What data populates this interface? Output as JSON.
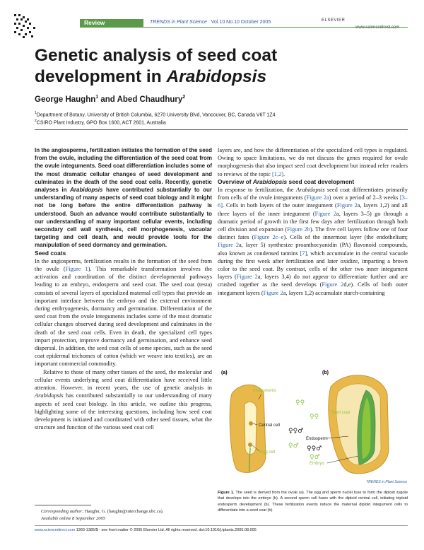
{
  "header": {
    "section": "Review",
    "journal": "TRENDS in Plant Science",
    "volume_info": "Vol.10 No.10 October 2005",
    "publisher_line1": "ELSEVIER",
    "publisher_line2": "www.sciencedirect.com"
  },
  "article": {
    "title_line1": "Genetic analysis of seed coat",
    "title_line2_pre": "development in ",
    "title_line2_italic": "Arabidopsis",
    "author1": "George Haughn",
    "author1_sup": "1",
    "author_sep": " and ",
    "author2": "Abed Chaudhury",
    "author2_sup": "2",
    "affiliation1_sup": "1",
    "affiliation1": "Department of Botany, University of British Columbia, 6270 University Blvd, Vancouver, BC, Canada V6T 1Z4",
    "affiliation2_sup": "2",
    "affiliation2": "CSIRO Plant Industry, GPO Box 1600, ACT 2601, Australia"
  },
  "abstract": {
    "t1": "In the angiosperms, fertilization initiates the formation of the seed from the ovule, including the differentiation of the seed coat from the ovule integuments. Seed coat differentiation includes some of the most dramatic cellular changes of seed development and culminates in the death of the seed coat cells. Recently, genetic analyses in ",
    "t1_italic": "Arabidopsis",
    "t2": " have contributed substantially to our understanding of many aspects of seed coat biology and it might not be long before the entire differentiation pathway is understood. Such an advance would contribute substantially to our understanding of many important cellular events, including secondary cell wall synthesis, cell morphogenesis, vacuolar targeting and cell death, and would provide tools for the manipulation of seed dormancy and germination."
  },
  "seed_coats": {
    "heading": "Seed coats",
    "p1a": "In the angiosperms, fertilization results in the formation of the seed from the ovule (",
    "p1_ref1": "Figure 1",
    "p1b": "). This remarkable transformation involves the activation and coordination of the distinct developmental pathways leading to an embryo, endosperm and seed coat. The seed coat (testa) consists of several layers of specialized maternal cell types that provide an important interface between the embryo and the external environment during embryogenesis, dormancy and germination. Differentiation of the seed coat from the ovule integuments includes some of the most dramatic cellular changes observed during seed development and culminates in the death of the seed coat cells. Even in death, the specialized cell types impart protection, improve dormancy and germination, and enhance seed dispersal. In addition, the seed coat cells of some species, such as the seed coat epidermal trichomes of cotton (which we weave into textiles), are an important commercial commodity.",
    "p2a": "Relative to those of many other tissues of the seed, the molecular and cellular events underlying seed coat differentiation have received little attention. However, in recent years, the use of genetic analysis in ",
    "p2_italic": "Arabidopsis",
    "p2b": " has contributed substantially to our understanding of many aspects of seed coat biology. In this article, we outline this progress, highlighting some of the interesting questions, including how seed coat development is initiated and coordinated with other seed tissues, what the structure and function of the various seed coat cell"
  },
  "right_col": {
    "p0a": "layers are, and how the differentiation of the specialized cell types is regulated. Owing to space limitations, we do not discuss the genes required for ovule morphogenesis that also impact seed coat development but instead refer readers to reviews of the topic ",
    "p0_ref": "[1,2]",
    "p0b": ".",
    "heading_pre": "Overview of ",
    "heading_italic": "Arabidopsis",
    "heading_post": " seed coat development",
    "p1a": "In response to fertilization, the ",
    "p1_italic": "Arabidopsis",
    "p1b": " seed coat differentiates primarily from cells of the ovule integuments (",
    "r1": "Figure 2a",
    "p1c": ") over a period of 2–3 weeks ",
    "r2": "[3–6]",
    "p1d": ". Cells in both layers of the outer integument (",
    "r3": "Figure 2",
    "p1e": "a, layers 1,2) and all three layers of the inner integument (",
    "r4": "Figure 2",
    "p1f": "a, layers 3–5) go through a dramatic period of growth in the first few days after fertilization through both cell division and expansion (",
    "r5": "Figure 2b",
    "p1g": "). The five cell layers follow one of four distinct fates (",
    "r6": "Figure 2c–e",
    "p1h": "). Cells of the innermost layer (the endothelium; ",
    "r7": "Figure 2",
    "p1i": "a, layer 5) synthesize proanthocyanidin (PA) flavonoid compounds, also known as condensed tannins ",
    "r8": "[7]",
    "p1j": ", which accumulate in the central vacuole during the first week after fertilization and later oxidize, imparting a brown color to the seed coat. By contrast, cells of the other two inner integument layers (",
    "r9": "Figure 2",
    "p1k": "a, layers 3,4) do not appear to differentiate further and are crushed together as the seed develops (",
    "r10": "Figure 2",
    "p1l": "d,e). Cells of both outer integument layers (",
    "r11": "Figure 2",
    "p1m": "a, layers 1,2) accumulate starch-containing"
  },
  "figure": {
    "panel_a": "(a)",
    "panel_b": "(b)",
    "label_integuments": "Integuments",
    "label_central_cell": "Central cell",
    "label_egg_cell": "Egg cell",
    "label_seed_coat": "Seed coat",
    "label_endosperm": "Endosperm",
    "label_embryo": "Embryo",
    "credit": "TRENDS in Plant Science",
    "caption_bold": "Figure 1.",
    "caption": " The seed is derived from the ovule (a). The egg and sperm nuclei fuse to form the diploid zygote that develops into the embryo (b). A second sperm cell fuses with the diploid central cell, initiating triploid endosperm development (b). These fertilization events induce the maternal diploid integument cells to differentiate into a seed coat (b).",
    "colors": {
      "ovule": "#e8b84a",
      "ovule_dark": "#c8962e",
      "label": "#8cc43c",
      "embryo": "#5aa84a"
    }
  },
  "footnotes": {
    "corresponding_label": "Corresponding author:",
    "corresponding": " Haughn, G. (haughn@interchange.ubc.ca).",
    "available": "Available online 8 September 2005"
  },
  "footer": {
    "url": "www.sciencedirect.com",
    "text": "  1360-1385/$ - see front matter © 2005 Elsevier Ltd. All rights reserved. doi:10.1016/j.tplants.2005.08.005"
  }
}
